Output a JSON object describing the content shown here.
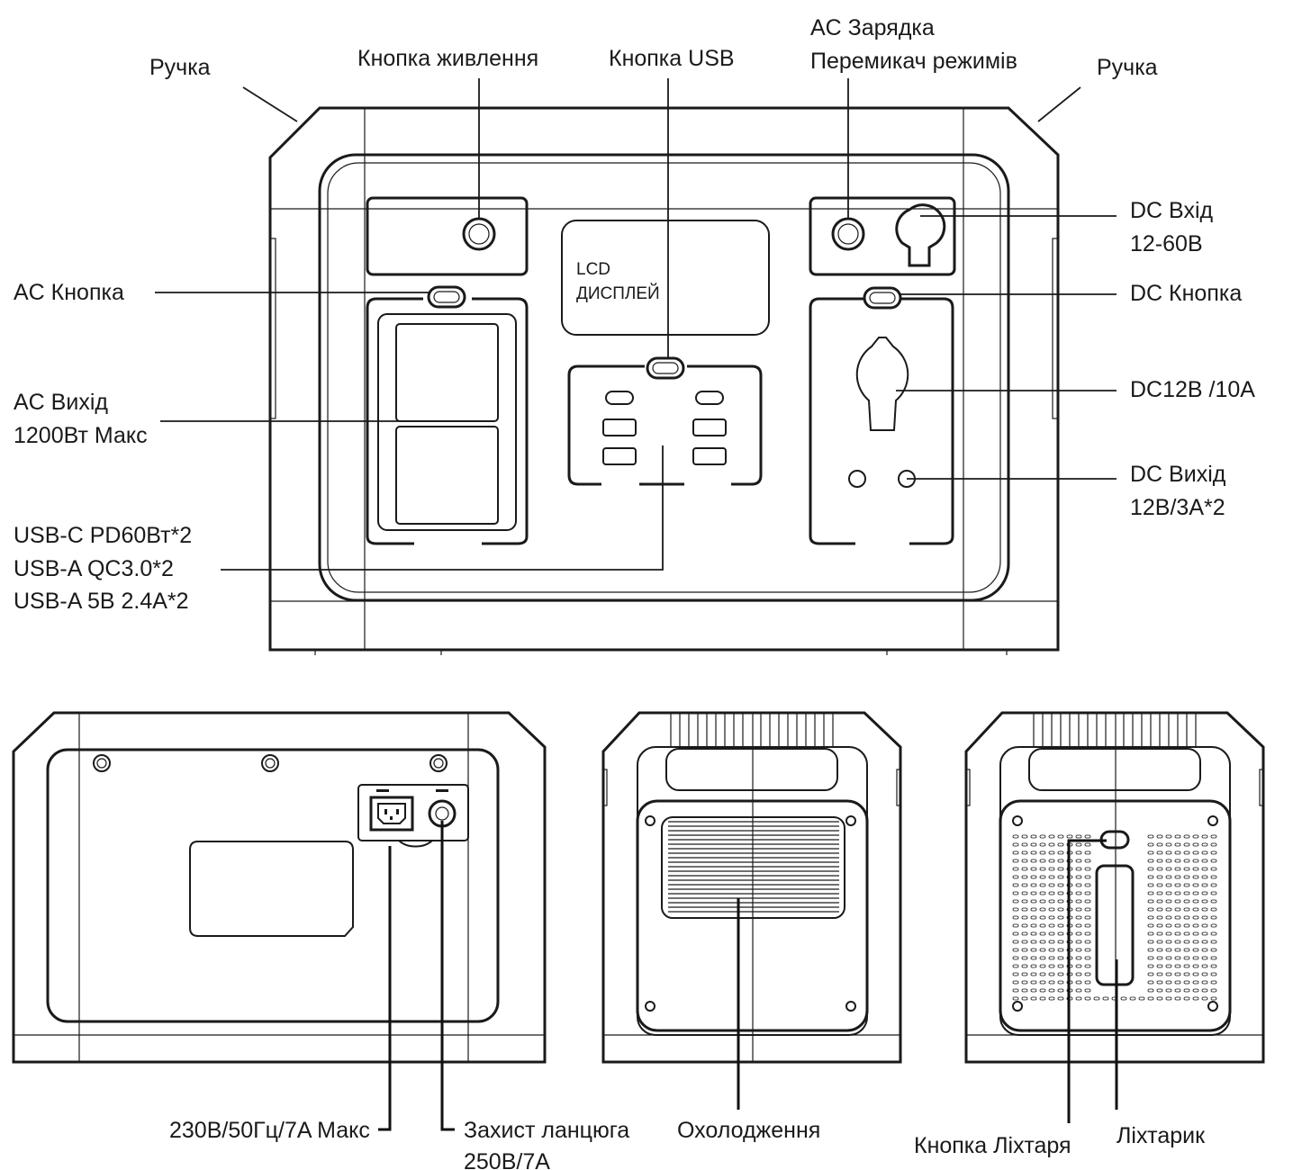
{
  "labels": {
    "handle_left": "Ручка",
    "handle_right": "Ручка",
    "power_button": "Кнопка живлення",
    "usb_button": "Кнопка  USB",
    "ac_charge_line1": "AC  Зарядка",
    "ac_charge_line2": "Перемикач  режимів",
    "ac_button": "AC  Кнопка",
    "ac_output_line1": "AC  Вихід",
    "ac_output_line2": "1200Вт  Макс",
    "usb_line1": "USB-C PD60Вт*2",
    "usb_line2": "USB-A QC3.0*2",
    "usb_line3": "USB-A 5B 2.4A*2",
    "dc_input_line1": "DC  Вхід",
    "dc_input_line2": "12-60В",
    "dc_button": "DC  Кнопка",
    "dc_12v": "DC12В /10A",
    "dc_output_line1": "DC  Вихід",
    "dc_output_line2": "12В/3A*2",
    "lcd_line1": "LCD",
    "lcd_line2": "ДИСПЛЕЙ",
    "ac_input_spec": "230В/50Гц/7A Макс",
    "circuit_line1": "Захист ланцюга",
    "circuit_line2": "250В/7A",
    "cooling": "Охолодження",
    "lamp_button": "Кнопка Ліхтаря",
    "lamp": "Ліхтарик"
  }
}
